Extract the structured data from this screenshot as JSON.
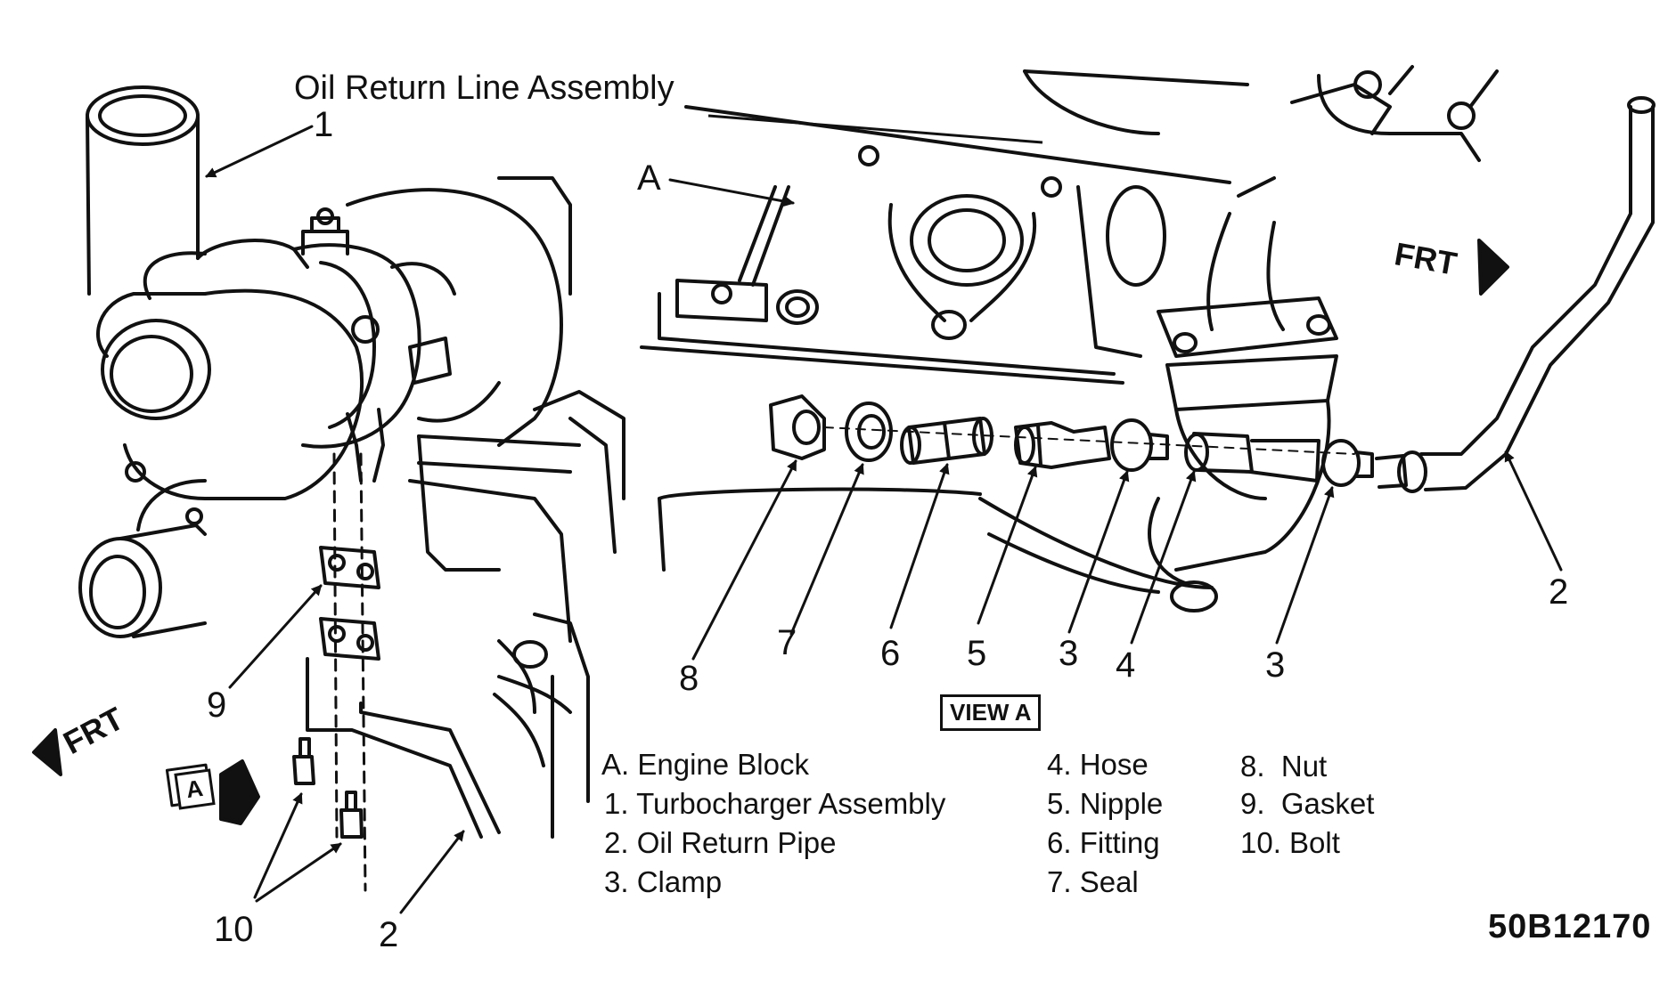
{
  "diagram": {
    "title": "Oil Return Line Assembly",
    "drawing_number": "50B12170",
    "view_label": "VIEW A",
    "view_marker": "A",
    "front_label": "FRT",
    "callouts_left": {
      "turbo": "1",
      "pipe": "2",
      "gasket": "9",
      "bolt": "10"
    },
    "callouts_view": {
      "block": "A",
      "pipe": "2",
      "clamp_upper": "3",
      "clamp_lower": "3",
      "hose": "4",
      "nipple": "5",
      "fitting": "6",
      "seal": "7",
      "nut": "8"
    },
    "legend": [
      {
        "key": "A.",
        "text": "Engine Block"
      },
      {
        "key": "1.",
        "text": "Turbocharger Assembly"
      },
      {
        "key": "2.",
        "text": "Oil Return Pipe"
      },
      {
        "key": "3.",
        "text": "Clamp"
      },
      {
        "key": "4.",
        "text": "Hose"
      },
      {
        "key": "5.",
        "text": "Nipple"
      },
      {
        "key": "6.",
        "text": "Fitting"
      },
      {
        "key": "7.",
        "text": "Seal"
      },
      {
        "key": "8.",
        "text": "Nut"
      },
      {
        "key": "9.",
        "text": "Gasket"
      },
      {
        "key": "10.",
        "text": "Bolt"
      }
    ]
  }
}
